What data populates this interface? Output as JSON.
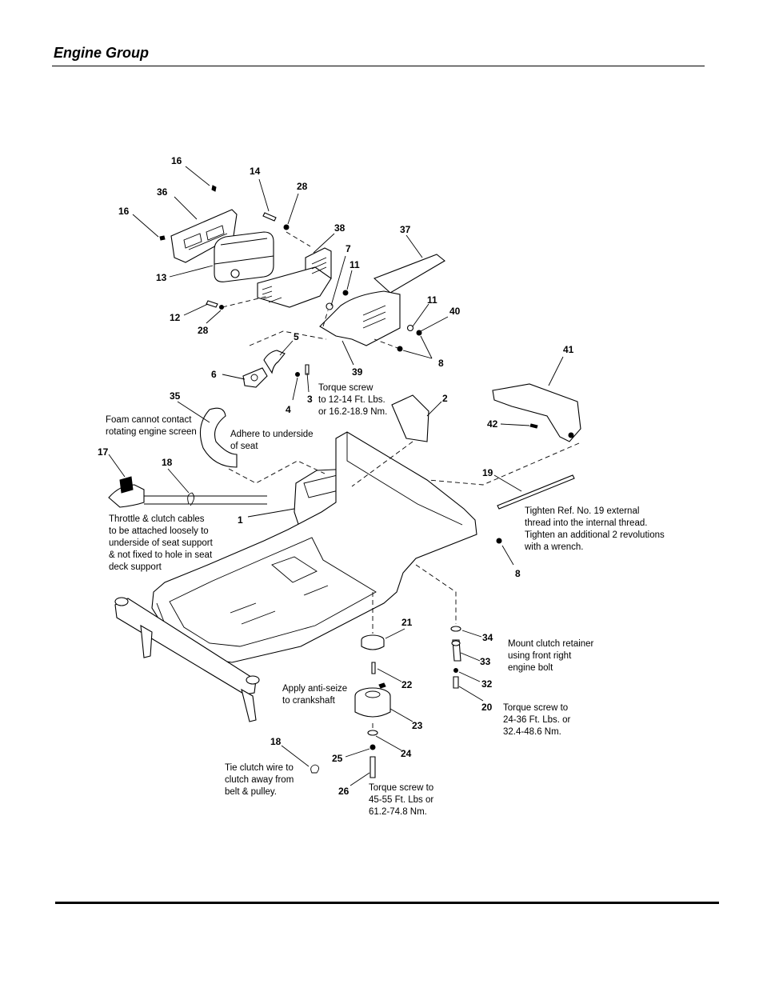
{
  "page": {
    "title": "Engine Group"
  },
  "callouts": {
    "c16a": "16",
    "c14": "14",
    "c28a": "28",
    "c36": "36",
    "c16b": "16",
    "c38": "38",
    "c37": "37",
    "c7": "7",
    "c11a": "11",
    "c13": "13",
    "c12": "12",
    "c28b": "28",
    "c11b": "11",
    "c40": "40",
    "c5": "5",
    "c8a": "8",
    "c39": "39",
    "c41": "41",
    "c6": "6",
    "c3": "3",
    "c4": "4",
    "c35": "35",
    "c2": "2",
    "c42": "42",
    "c17": "17",
    "c18a": "18",
    "c19": "19",
    "c1": "1",
    "c8b": "8",
    "c21": "21",
    "c34": "34",
    "c33": "33",
    "c22": "22",
    "c32": "32",
    "c20": "20",
    "c23": "23",
    "c18b": "18",
    "c25": "25",
    "c24": "24",
    "c26": "26"
  },
  "notes": {
    "torque_3": [
      "Torque screw",
      "to 12-14 Ft. Lbs.",
      "or 16.2-18.9 Nm."
    ],
    "foam": [
      "Foam cannot contact",
      "rotating engine screen"
    ],
    "adhere": [
      "Adhere to underside",
      "of seat"
    ],
    "tighten_19": [
      "Tighten Ref. No. 19 external",
      "thread into the internal thread.",
      "Tighten an additional 2 revolutions",
      "with a wrench."
    ],
    "throttle": [
      "Throttle & clutch cables",
      "to be attached loosely to",
      "underside of seat support",
      "& not fixed to hole in seat",
      "deck support"
    ],
    "clutch_retainer": [
      "Mount clutch retainer",
      "using front right",
      "engine bolt"
    ],
    "anti_seize": [
      "Apply anti-seize",
      "to crankshaft"
    ],
    "torque_20": [
      "Torque screw to",
      "24-36 Ft. Lbs. or",
      "32.4-48.6 Nm."
    ],
    "tie_clutch": [
      "Tie clutch wire to",
      "clutch away from",
      "belt & pulley."
    ],
    "torque_26": [
      "Torque screw to",
      "45-55 Ft. Lbs or",
      "61.2-74.8 Nm."
    ]
  }
}
